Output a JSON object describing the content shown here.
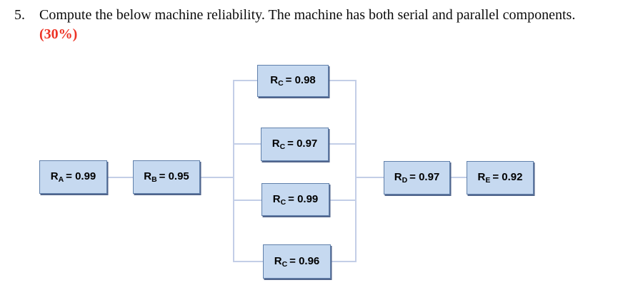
{
  "question": {
    "number": "5.",
    "text": "Compute the below machine reliability. The machine has both serial and parallel components.",
    "weight": "(30%)"
  },
  "colors": {
    "box-fill": "#c6d9f0",
    "box-border": "#6080ab",
    "box-shadow": "#51658c",
    "line": "#c3cee7",
    "weight-red": "#ed3325"
  },
  "diagram": {
    "structure": "serial A-B, then four parallel C blocks, then serial D-E",
    "nodes": {
      "a": {
        "sym": "R",
        "sub": "A",
        "val": "= 0.99"
      },
      "b": {
        "sym": "R",
        "sub": "B",
        "val": "= 0.95"
      },
      "c1": {
        "sym": "R",
        "sub": "C",
        "val": "= 0.98"
      },
      "c2": {
        "sym": "R",
        "sub": "C",
        "val": "= 0.97"
      },
      "c3": {
        "sym": "R",
        "sub": "C",
        "val": "= 0.99"
      },
      "c4": {
        "sym": "R",
        "sub": "C",
        "val": "= 0.96"
      },
      "d": {
        "sym": "R",
        "sub": "D",
        "val": "= 0.97"
      },
      "e": {
        "sym": "R",
        "sub": "E",
        "val": "= 0.92"
      }
    }
  }
}
